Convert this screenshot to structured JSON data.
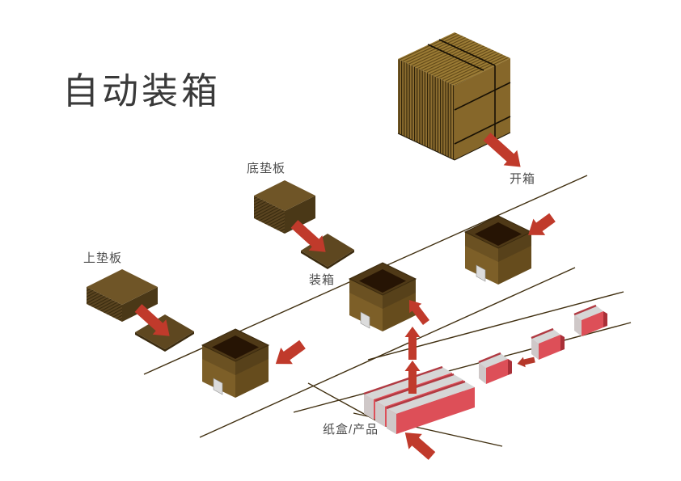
{
  "title": "自动装箱",
  "labels": {
    "unpack": "开箱",
    "bottom_pad": "底垫板",
    "top_pad": "上垫板",
    "packing": "装箱",
    "product": "纸盒/产品"
  },
  "icons": [
    "unpack-arrow-icon",
    "bottom-pad-place-arrow-icon",
    "top-pad-place-arrow-icon",
    "box-inflow-arrow-icon-1",
    "box-inflow-arrow-icon-2",
    "pack-arrow-icon",
    "lift-arrow-icon-1",
    "lift-arrow-icon-2",
    "product-flow-arrow-icon",
    "product-infeed-arrow-icon"
  ],
  "colors": {
    "title_color": "#3a3a3a",
    "label_color": "#4c4c4c",
    "line": "#402f10",
    "arrow": "#c03a2b",
    "arrow_small": "#b5372a",
    "carton_left": "#7d5f28",
    "carton_right": "#664c1d",
    "carton_band_left": "#6b5122",
    "carton_band_right": "#57411a",
    "carton_rim": "#4f3917",
    "carton_floor": "#261404",
    "stack_top": "#6f5527",
    "stack_left": "#5a4420",
    "stack_right": "#4a3817",
    "pad": "#5e4720",
    "pad_edge": "#3b2b0f",
    "bundle_right": "#86672a",
    "bundle_light": "#8e6e30",
    "bundle_dark": "#2e2209",
    "bundle_top_light": "#9c7c35",
    "bundle_top_dark": "#5f4717",
    "strap": "#171004",
    "label_chip": "#dcdcdc",
    "product_red": "#dd4f58",
    "product_dark": "#a93038",
    "product_top": "#d6d6d6",
    "product_end": "#cfc8c8",
    "product_stripe": "#b03a42"
  }
}
